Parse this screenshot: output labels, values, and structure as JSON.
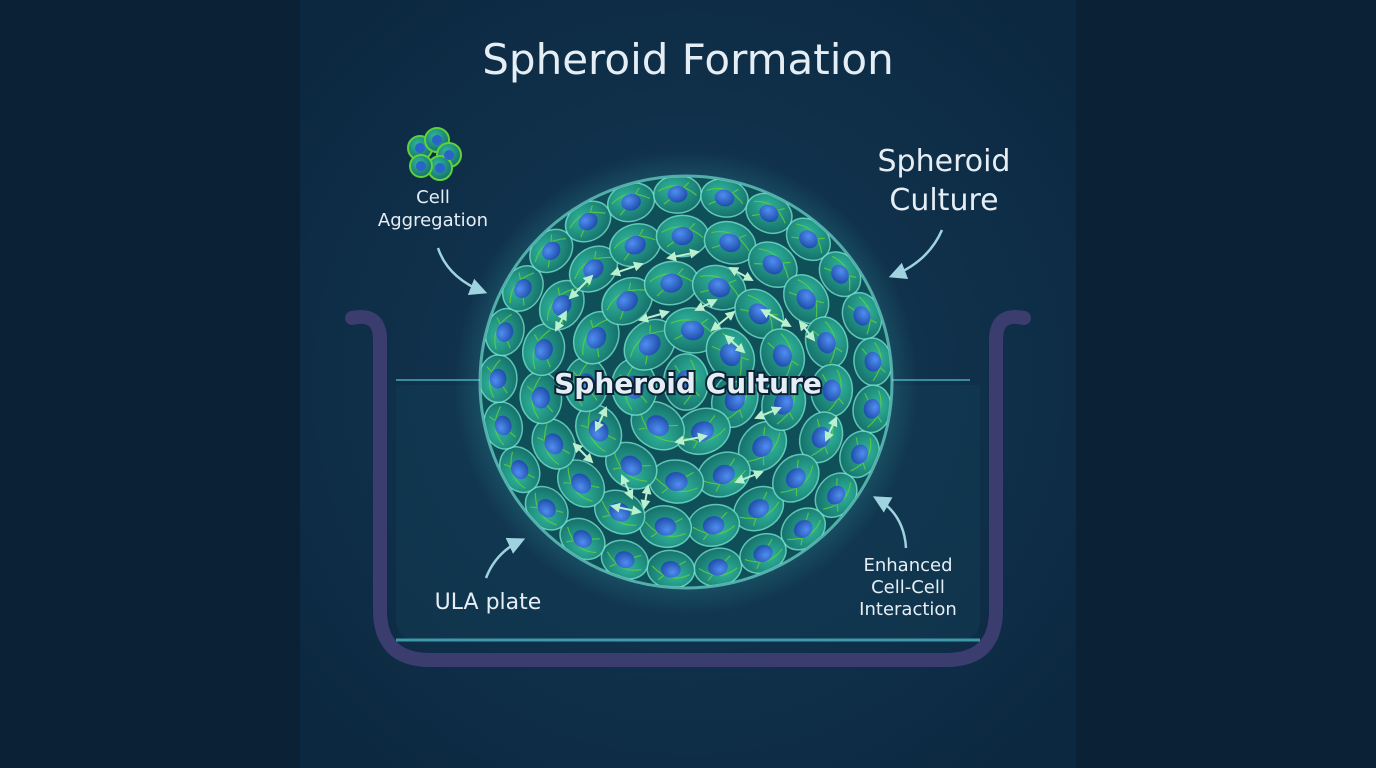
{
  "title": "Spheroid Formation",
  "labels": {
    "cell_aggregation": [
      "Cell",
      "Aggregation"
    ],
    "spheroid_culture_top": [
      "Spheroid",
      "Culture"
    ],
    "center": "Spheroid Culture",
    "ula_plate": "ULA plate",
    "enhanced": [
      "Enhanced",
      "Cell-Cell",
      "Interaction"
    ]
  },
  "icons": {
    "aggregate": "cell-cluster-icon"
  },
  "colors": {
    "background": "#0b2236",
    "panel": "#11304a",
    "cell_fill": "#1f9e86",
    "nucleus": "#2a63c9",
    "fiber": "#5fd13a",
    "glow": "#3fe0d0",
    "well_stroke": "#3a3d6e",
    "medium_line": "#4bb3c4",
    "arrow": "#9fd3e0",
    "interaction_arrow": "#b8f0d0"
  }
}
